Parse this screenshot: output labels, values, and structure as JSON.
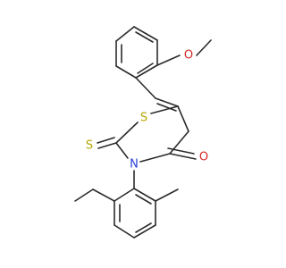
{
  "atoms": {
    "oxygen_methoxy": "O",
    "sulfur_ring": "S",
    "sulfur_thioxo": "S",
    "nitrogen": "N",
    "oxygen_carbonyl": "O"
  },
  "colors": {
    "bond": "#2b2b2b",
    "oxygen": "#d62828",
    "sulfur": "#b8a400",
    "nitrogen": "#2a3fd6",
    "background": "#ffffff"
  }
}
